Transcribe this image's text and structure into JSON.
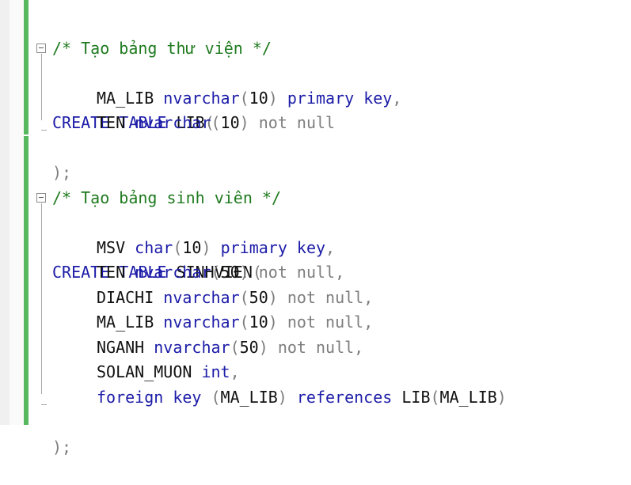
{
  "editor": {
    "block1": {
      "comment": "/* Tạo bảng thư viện */",
      "create": "CREATE TABLE",
      "table": "LIB",
      "open": "(",
      "row1": {
        "name": "MA_LIB",
        "type": "nvarchar",
        "p1": "(",
        "size": "10",
        "p2": ")",
        "rest": "primary key",
        "comma": ","
      },
      "row2": {
        "name": "TEN",
        "type": "nvarchar",
        "p1": "(",
        "size": "10",
        "p2": ")",
        "rest": "not null"
      },
      "close": ");"
    },
    "block2": {
      "comment": "/* Tạo bảng sinh viên */",
      "create": "CREATE TABLE",
      "table": "SINHVIEN",
      "open": "(",
      "row1": {
        "name": "MSV",
        "type": "char",
        "p1": "(",
        "size": "10",
        "p2": ")",
        "rest": "primary key",
        "comma": ","
      },
      "row2": {
        "name": "TEN",
        "type": "nvarchar",
        "p1": "(",
        "size": "50",
        "p2": ")",
        "rest": "not null",
        "comma": ","
      },
      "row3": {
        "name": "DIACHI",
        "type": "nvarchar",
        "p1": "(",
        "size": "50",
        "p2": ")",
        "rest": "not null",
        "comma": ","
      },
      "row4": {
        "name": "MA_LIB",
        "type": "nvarchar",
        "p1": "(",
        "size": "10",
        "p2": ")",
        "rest": "not null",
        "comma": ","
      },
      "row5": {
        "name": "NGANH",
        "type": "nvarchar",
        "p1": "(",
        "size": "50",
        "p2": ")",
        "rest": "not null",
        "comma": ","
      },
      "row6": {
        "name": "SOLAN_MUON",
        "type": "int",
        "comma": ","
      },
      "row7": {
        "kw": "foreign key",
        "p1": "(",
        "col": "MA_LIB",
        "p2": ")",
        "ref": "references",
        "reftable": "LIB",
        "p3": "(",
        "refcol": "MA_LIB",
        "p4": ")"
      },
      "close": ");"
    }
  }
}
